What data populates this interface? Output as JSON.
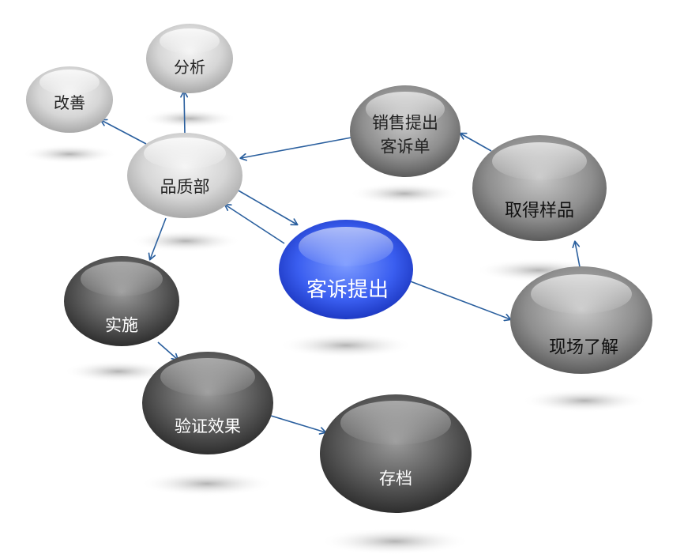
{
  "nodes": {
    "gaishan": "改善",
    "fenxi": "分析",
    "pinzhibu": "品质部",
    "xiaoshou": "销售提出\n客诉单",
    "qude": "取得样品",
    "kesu": "客诉提出",
    "xianchang": "现场了解",
    "shishi": "实施",
    "yanzheng": "验证效果",
    "cundang": "存档"
  },
  "colors": {
    "light_node": "#d4d4d4",
    "dark_node": "#5e5e5e",
    "blue_node": "#2f57e6",
    "arrow": "#2a5f9e",
    "light_text": "#222222",
    "dark_text": "#ffffff"
  }
}
